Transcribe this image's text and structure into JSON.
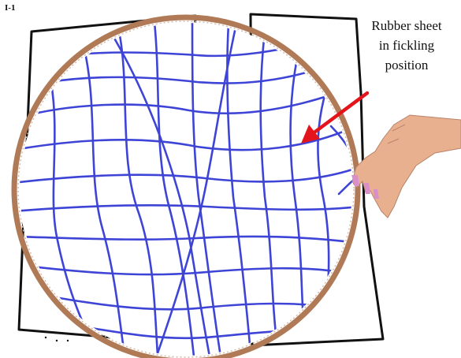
{
  "figure_label": "I-1",
  "callout": {
    "lines": [
      "Rubber sheet",
      "in fickling",
      "position"
    ]
  },
  "colors": {
    "hoop_ring": "#b07a56",
    "hoop_inner_edge": "#d6bba9",
    "sheet_lines": "#3d44d6",
    "arrow": "#e4141c",
    "frame_outline": "#111111",
    "hand_skin": "#e9b08f",
    "fingernail": "#d98fc9"
  },
  "icons": {
    "hand": "hand-pressing-icon",
    "arrow": "red-arrow-icon"
  }
}
